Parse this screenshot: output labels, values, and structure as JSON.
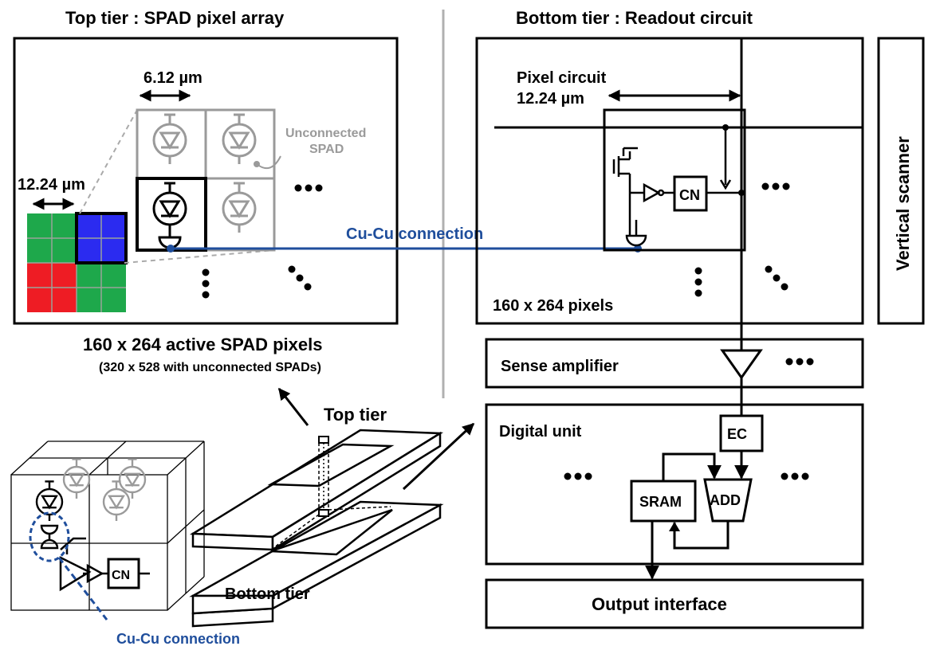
{
  "titles": {
    "top_tier": "Top tier : SPAD pixel array",
    "bottom_tier": "Bottom tier : Readout circuit"
  },
  "pixel_array": {
    "pitch_small": "6.12 µm",
    "pitch_large": "12.24 µm",
    "unconnected_1": "Unconnected",
    "unconnected_2": "SPAD",
    "caption_main": "160 x 264 active SPAD pixels",
    "caption_sub": "(320 x 528 with unconnected SPADs)"
  },
  "connection": {
    "cu_cu": "Cu-Cu connection",
    "cu_cu_bottom": "Cu-Cu connection"
  },
  "readout": {
    "pixel_circuit": "Pixel circuit",
    "pitch": "12.24 µm",
    "cn": "CN",
    "pixel_count": "160 x 264 pixels",
    "vertical_scanner": "Vertical scanner",
    "sense_amplifier": "Sense amplifier",
    "digital_unit": "Digital unit",
    "ec": "EC",
    "sram": "SRAM",
    "add": "ADD",
    "output_interface": "Output interface"
  },
  "stack": {
    "top_tier": "Top tier",
    "bottom_tier": "Bottom tier",
    "cn": "CN"
  },
  "ellipsis": "•••",
  "colors": {
    "green": "#1ea84b",
    "blue": "#2b2bf0",
    "red": "#ee1c24",
    "connection_blue": "#1f4e9c",
    "unconnected_gray": "#9a9a9a",
    "divider_gray": "#b0b0b0"
  }
}
